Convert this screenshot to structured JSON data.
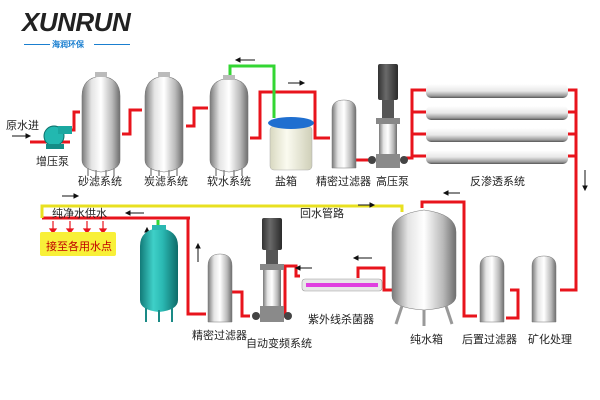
{
  "logo": {
    "brand": "XUNRUN",
    "subtitle": "海润环保"
  },
  "colors": {
    "pipe_feed": "#e8141c",
    "pipe_brine": "#33d633",
    "pipe_pure": "#e8e020",
    "supply_box": "#f8f038",
    "supply_text": "#c00000",
    "accent": "#1a7fd0"
  },
  "labels": {
    "raw_water_in": "原水进",
    "booster_pump": "增压泵",
    "sand_filter": "砂滤系统",
    "carbon_filter": "炭滤系统",
    "softener": "软水系统",
    "salt_tank": "盐箱",
    "precision_filter_1": "精密过滤器",
    "high_pressure_pump": "高压泵",
    "ro_system": "反渗透系统",
    "pure_water_supply": "纯净水供水",
    "to_points_of_use": "接至各用水点",
    "return_pipe": "回水管路",
    "precision_filter_2": "精密过滤器",
    "variable_freq_system": "自动变频系统",
    "uv_sterilizer": "紫外线杀菌器",
    "pure_water_tank": "纯水箱",
    "post_filter": "后置过滤器",
    "mineralization": "矿化处理"
  }
}
